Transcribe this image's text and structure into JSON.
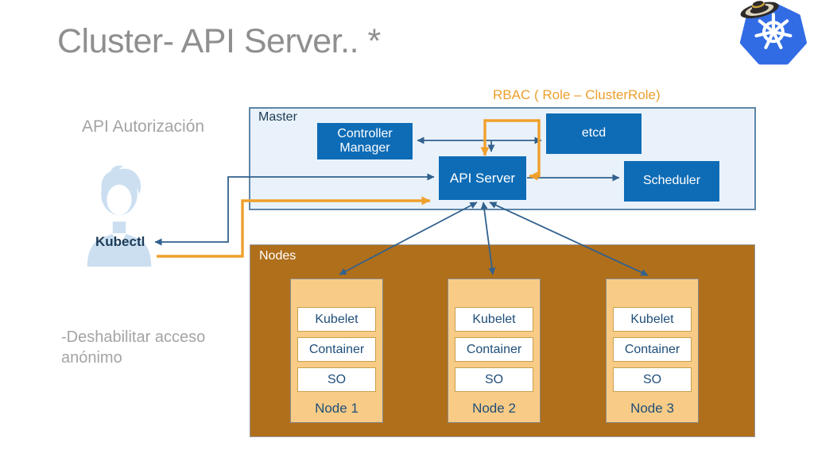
{
  "slide": {
    "title": "Cluster- API Server.. *",
    "rbac_label": "RBAC ( Role – ClusterRole)",
    "api_auth_note": "API Autorización",
    "disable_note": "-Deshabilitar acceso anónimo"
  },
  "master": {
    "label": "Master",
    "controller_manager": "Controller Manager",
    "etcd": "etcd",
    "api_server": "API Server",
    "scheduler": "Scheduler"
  },
  "kubectl": {
    "label": "Kubectl"
  },
  "nodes": {
    "label": "Nodes",
    "cards": [
      {
        "name": "Node 1",
        "components": [
          "Kubelet",
          "Container",
          "SO"
        ]
      },
      {
        "name": "Node 2",
        "components": [
          "Kubelet",
          "Container",
          "SO"
        ]
      },
      {
        "name": "Node 3",
        "components": [
          "Kubelet",
          "Container",
          "SO"
        ]
      }
    ]
  },
  "icons": {
    "logo": "kubernetes-helm-wheel-with-sombrero-hat",
    "kubectl": "user-person-silhouette"
  },
  "colors": {
    "box_blue": "#0E6CB6",
    "master_fill": "#E9F2FA",
    "master_border": "#5E86A8",
    "arrow_dark": "#31618E",
    "arrow_orange": "#EFA02C",
    "rbac_text": "#EC9F2E",
    "nodes_brown": "#B06F1B",
    "node_card": "#F8CC86",
    "component_border": "#C9A04C",
    "navy_text": "#1F4E79",
    "title_gray": "#8F8F8F",
    "note_gray": "#A4A4A4",
    "kubernetes_blue": "#326CE5"
  }
}
